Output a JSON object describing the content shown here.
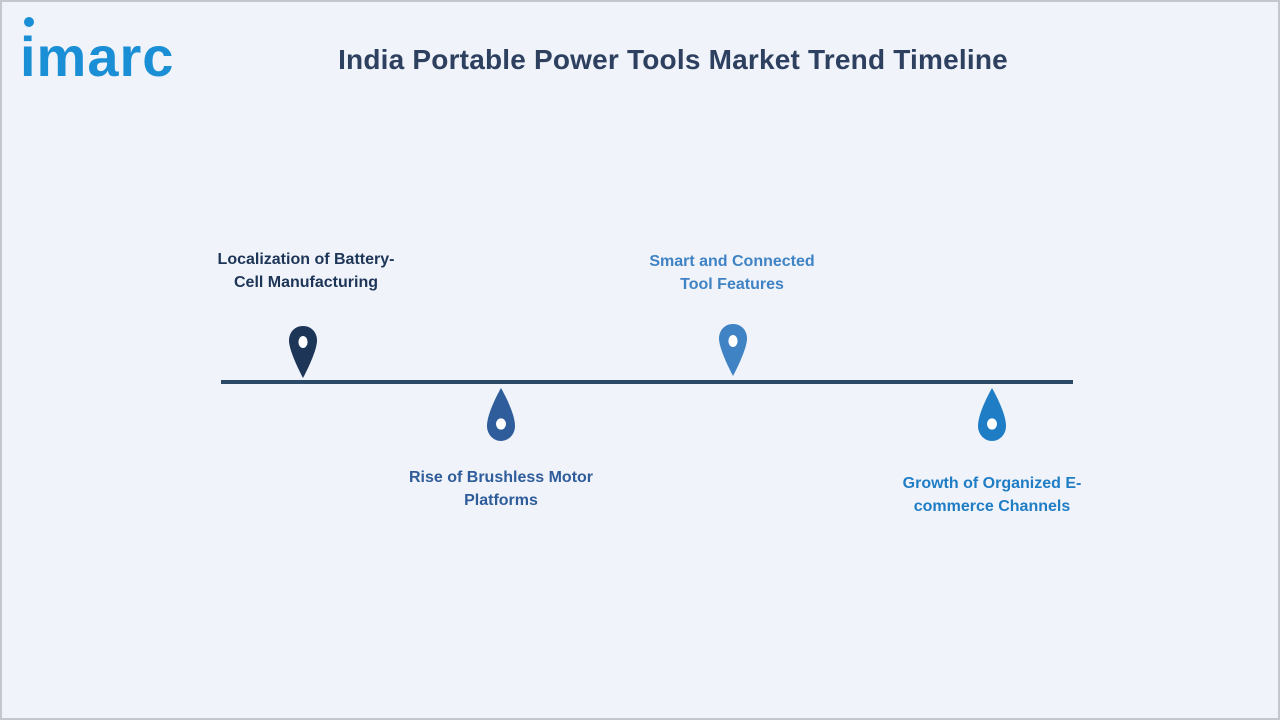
{
  "header": {
    "logo_text": "imarc",
    "title": "India Portable Power Tools Market Trend Timeline"
  },
  "colors": {
    "line": "#2b4a68",
    "pin_1": "#1d3557",
    "pin_2": "#2f5c9a",
    "pin_3": "#3f83c4",
    "pin_4": "#1f7dc6",
    "logo": "#1a8fd6"
  },
  "timeline": {
    "items": [
      {
        "line1": "Localization of Battery-",
        "line2": "Cell Manufacturing",
        "position": "above",
        "icon": "map-pin-icon"
      },
      {
        "line1": "Rise of Brushless Motor",
        "line2": "Platforms",
        "position": "below",
        "icon": "drop-pin-icon"
      },
      {
        "line1": "Smart and Connected",
        "line2": "Tool Features",
        "position": "above",
        "icon": "map-pin-icon"
      },
      {
        "line1": "Growth of Organized E-",
        "line2": "commerce Channels",
        "position": "below",
        "icon": "drop-pin-icon"
      }
    ]
  }
}
